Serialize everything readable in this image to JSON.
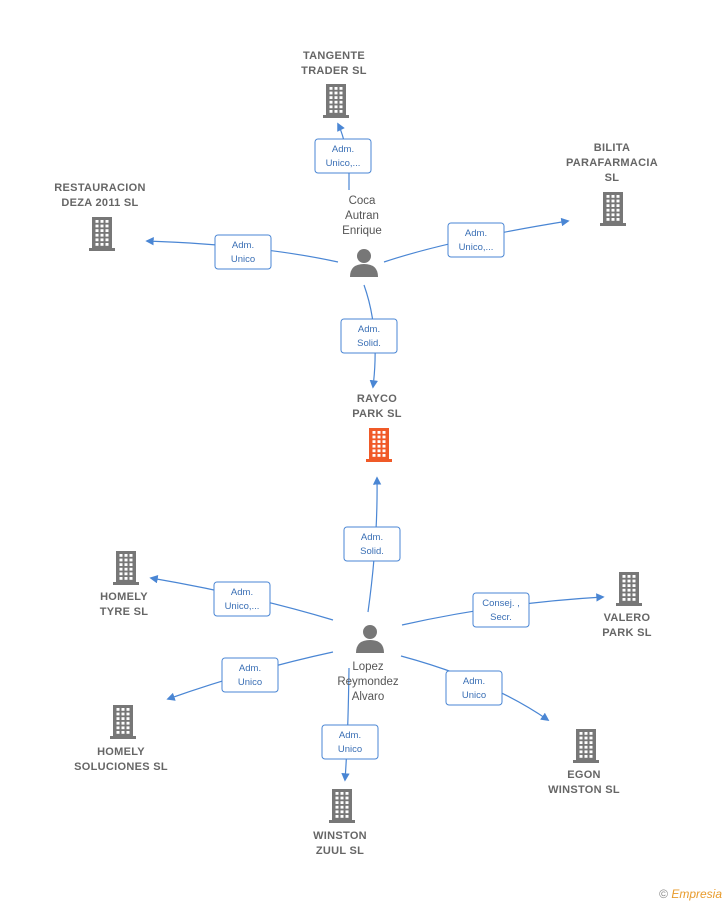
{
  "colors": {
    "edge": "#4a86d4",
    "building": "#777777",
    "highlight": "#f05a28",
    "person": "#777777"
  },
  "companies": [
    {
      "id": "tangente",
      "lines": [
        "TANGENTE",
        "TRADER SL"
      ],
      "icon": "building-icon"
    },
    {
      "id": "bilita",
      "lines": [
        "BILITA",
        "PARAFARMACIA",
        "SL"
      ],
      "icon": "building-icon"
    },
    {
      "id": "restauracion",
      "lines": [
        "RESTAURACION",
        "DEZA 2011 SL"
      ],
      "icon": "building-icon"
    },
    {
      "id": "rayco",
      "lines": [
        "RAYCO",
        "PARK  SL"
      ],
      "icon": "building-icon",
      "highlight": true
    },
    {
      "id": "homely-tyre",
      "lines": [
        "HOMELY",
        "TYRE  SL"
      ],
      "icon": "building-icon"
    },
    {
      "id": "valero",
      "lines": [
        "VALERO",
        "PARK  SL"
      ],
      "icon": "building-icon"
    },
    {
      "id": "homely-sol",
      "lines": [
        "HOMELY",
        "SOLUCIONES SL"
      ],
      "icon": "building-icon"
    },
    {
      "id": "egon",
      "lines": [
        "EGON",
        "WINSTON  SL"
      ],
      "icon": "building-icon"
    },
    {
      "id": "winston",
      "lines": [
        "WINSTON",
        "ZUUL  SL"
      ],
      "icon": "building-icon"
    }
  ],
  "people": [
    {
      "id": "coca",
      "lines": [
        "Coca",
        "Autran",
        "Enrique"
      ],
      "icon": "person-icon"
    },
    {
      "id": "lopez",
      "lines": [
        "Lopez",
        "Reymondez",
        "Alvaro"
      ],
      "icon": "person-icon"
    }
  ],
  "edges": [
    {
      "from": "coca",
      "to": "tangente",
      "label": [
        "Adm.",
        "Unico,..."
      ]
    },
    {
      "from": "coca",
      "to": "restauracion",
      "label": [
        "Adm.",
        "Unico"
      ]
    },
    {
      "from": "coca",
      "to": "bilita",
      "label": [
        "Adm.",
        "Unico,..."
      ]
    },
    {
      "from": "coca",
      "to": "rayco",
      "label": [
        "Adm.",
        "Solid."
      ]
    },
    {
      "from": "lopez",
      "to": "rayco",
      "label": [
        "Adm.",
        "Solid."
      ]
    },
    {
      "from": "lopez",
      "to": "homely-tyre",
      "label": [
        "Adm.",
        "Unico,..."
      ]
    },
    {
      "from": "lopez",
      "to": "valero",
      "label": [
        "Consej. ,",
        "Secr."
      ]
    },
    {
      "from": "lopez",
      "to": "homely-sol",
      "label": [
        "Adm.",
        "Unico"
      ]
    },
    {
      "from": "lopez",
      "to": "egon",
      "label": [
        "Adm.",
        "Unico"
      ]
    },
    {
      "from": "lopez",
      "to": "winston",
      "label": [
        "Adm.",
        "Unico"
      ]
    }
  ],
  "watermark": {
    "symbol": "©",
    "brand": "Empresia"
  }
}
